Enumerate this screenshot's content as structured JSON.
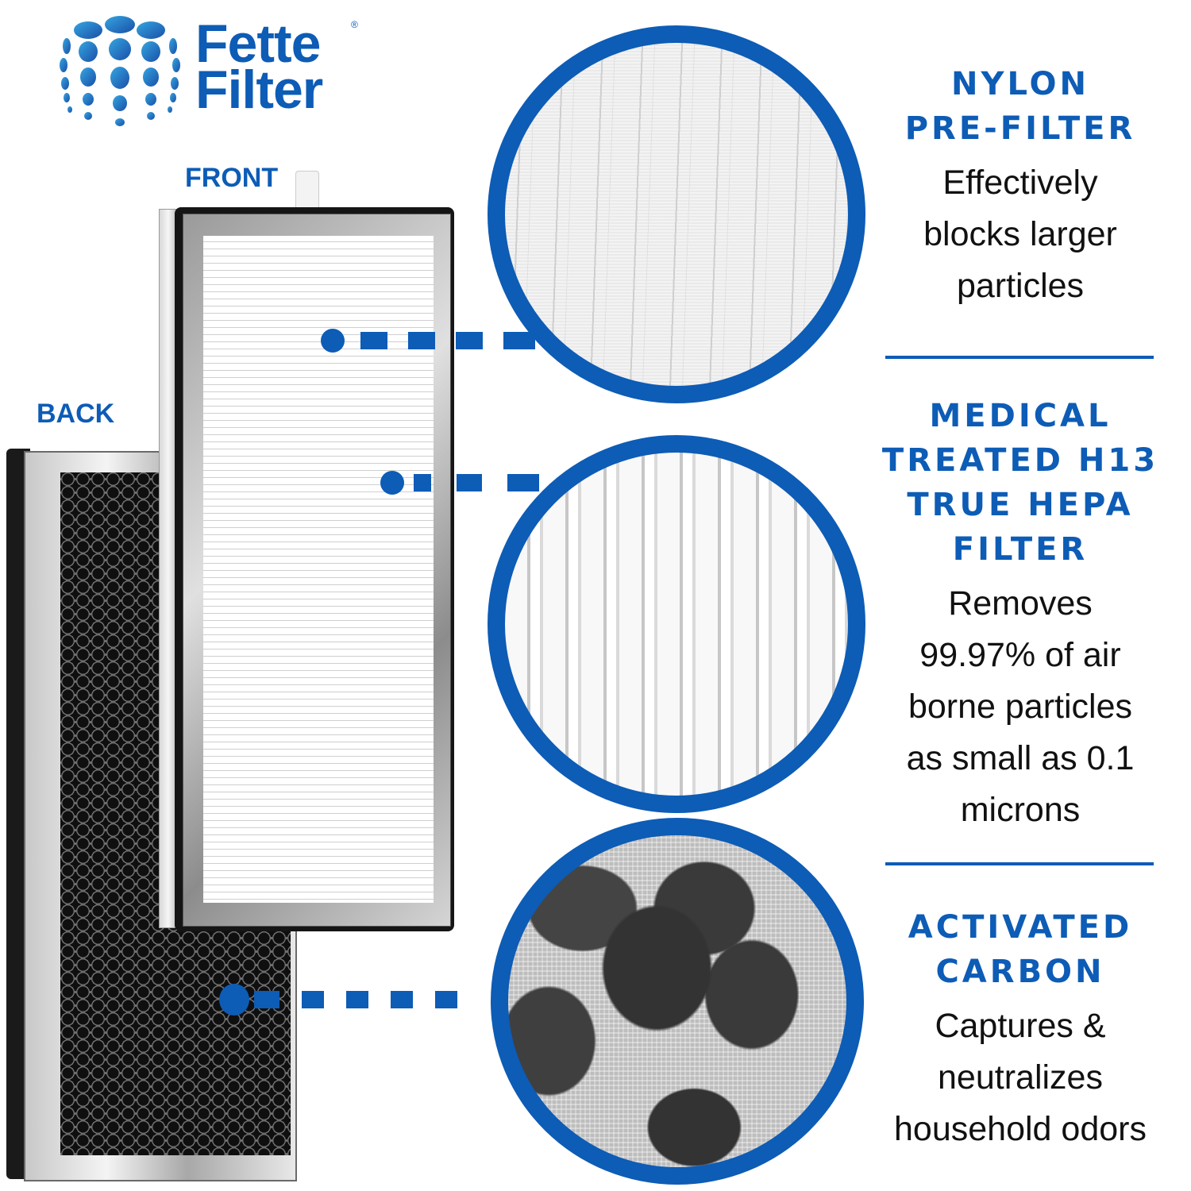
{
  "brand": {
    "name_line1": "Fette",
    "name_line2": "Filter",
    "registered_mark": "®",
    "logo_icon": "dotted-globe-icon",
    "color": "#0d5cb6"
  },
  "labels": {
    "front": "FRONT",
    "back": "BACK"
  },
  "features": [
    {
      "title_lines": [
        "NYLON",
        "PRE-FILTER"
      ],
      "description_lines": [
        "Effectively",
        "blocks larger",
        "particles"
      ],
      "zoom_texture": "white-nylon-mesh"
    },
    {
      "title_lines": [
        "MEDICAL",
        "TREATED H13",
        "TRUE HEPA",
        "FILTER"
      ],
      "description_lines": [
        "Removes",
        "99.97% of air",
        "borne particles",
        "as small as 0.1",
        "microns"
      ],
      "zoom_texture": "white-pleated-hepa"
    },
    {
      "title_lines": [
        "ACTIVATED",
        "CARBON"
      ],
      "description_lines": [
        "Captures &",
        "neutralizes",
        "household odors"
      ],
      "zoom_texture": "carbon-granules-mesh"
    }
  ],
  "colors": {
    "accent": "#0d5cb6",
    "text": "#111111",
    "background": "#ffffff"
  }
}
